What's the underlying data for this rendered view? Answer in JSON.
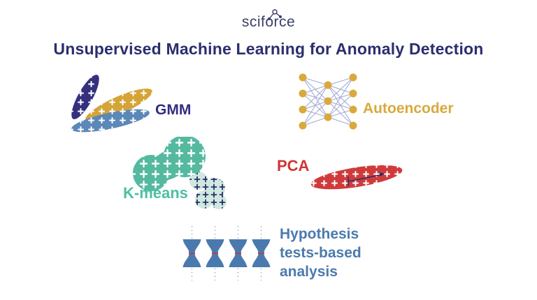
{
  "brand": {
    "name": "sciforce",
    "color": "#3b3f66"
  },
  "title": {
    "text": "Unsupervised Machine Learning for Anomaly Detection",
    "color": "#2b2e6e"
  },
  "methods": {
    "gmm": {
      "label": "GMM",
      "label_color": "#322e81",
      "ellipse1_color": "#34307e",
      "ellipse2_color": "#d5a438",
      "ellipse3_color": "#5c88b8",
      "mark_color": "#ffffff"
    },
    "autoencoder": {
      "label": "Autoencoder",
      "label_color": "#d8a93e",
      "node_color": "#d9a93c",
      "edge_color": "#9aa3d0",
      "layer_sizes": "4-3-4"
    },
    "kmeans": {
      "label": "K-means",
      "label_color": "#4cbfa2",
      "cluster_main_color": "#55b9a0",
      "cluster_outlier_color": "#cfe9e1",
      "main_mark_color": "#ffffff",
      "outlier_mark_color": "#2b2d66"
    },
    "pca": {
      "label": "PCA",
      "label_color": "#d03434",
      "ellipse_color": "#cf3b3b",
      "mark_color": "#ffffff",
      "axis_color": "#2b2d66"
    },
    "hypothesis": {
      "label_line1": "Hypothesis",
      "label_line2": "tests-based",
      "label_line3": "analysis",
      "label_color": "#4a7aad",
      "shape_color": "#4a7aad",
      "waist_mark_color": "#d03434",
      "guide_color": "#9aa0a8",
      "shape_count": 4
    }
  }
}
